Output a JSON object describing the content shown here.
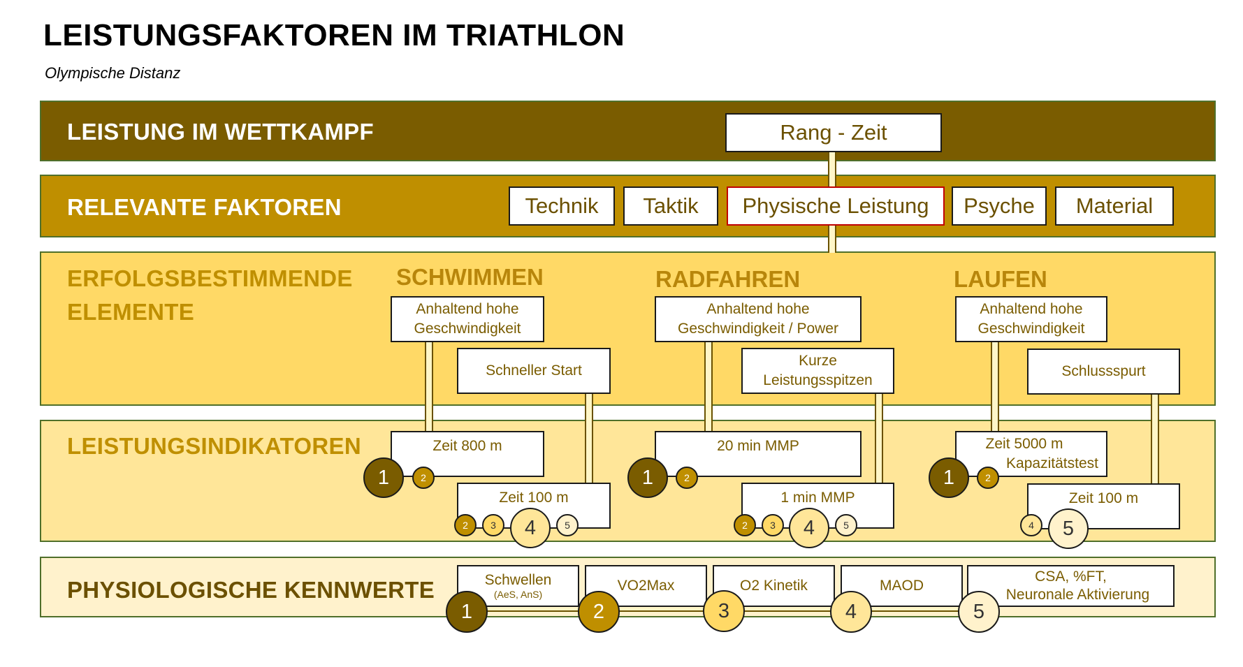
{
  "title": "LEISTUNGSFAKTOREN IM TRIATHLON",
  "subtitle": "Olympische Distanz",
  "colors": {
    "level1": "#7a5c00",
    "level2": "#bf8f00",
    "level3": "#ffd966",
    "level4": "#ffe699",
    "level5": "#fff2cc",
    "border": "#4f6f2a",
    "highlight": "#c00000",
    "text_gold": "#8c6a00"
  },
  "bands": {
    "competition": "LEISTUNG IM WETTKAMPF",
    "factors": "RELEVANTE FAKTOREN",
    "elements_line1": "ERFOLGSBESTIMMENDE",
    "elements_line2": "ELEMENTE",
    "indicators": "LEISTUNGSINDIKATOREN",
    "physio": "PHYSIOLOGISCHE KENNWERTE"
  },
  "competition_box": "Rang - Zeit",
  "factors": [
    "Technik",
    "Taktik",
    "Physische Leistung",
    "Psyche",
    "Material"
  ],
  "sports": {
    "swim": "SCHWIMMEN",
    "bike": "RADFAHREN",
    "run": "LAUFEN"
  },
  "elements": {
    "swim_a": "Anhaltend hohe Geschwindigkeit",
    "swim_b": "Schneller Start",
    "bike_a": "Anhaltend hohe Geschwindigkeit / Power",
    "bike_b": "Kurze Leistungsspitzen",
    "run_a": "Anhaltend hohe Geschwindigkeit",
    "run_b": "Schlussspurt"
  },
  "indicators": {
    "swim_a": "Zeit 800 m",
    "swim_b": "Zeit 100 m",
    "bike_a": "20 min MMP",
    "bike_b": "1 min MMP",
    "run_a_line1": "Zeit 5000 m",
    "run_a_line2": "Kapazitätstest",
    "run_b": "Zeit 100 m"
  },
  "physio": {
    "p1_line1": "Schwellen",
    "p1_line2": "(AeS, AnS)",
    "p2": "VO2Max",
    "p3": "O2 Kinetik",
    "p4": "MAOD",
    "p5_line1": "CSA, %FT,",
    "p5_line2": "Neuronale Aktivierung"
  },
  "numbers": {
    "n1": "1",
    "n2": "2",
    "n3": "3",
    "n4": "4",
    "n5": "5"
  }
}
